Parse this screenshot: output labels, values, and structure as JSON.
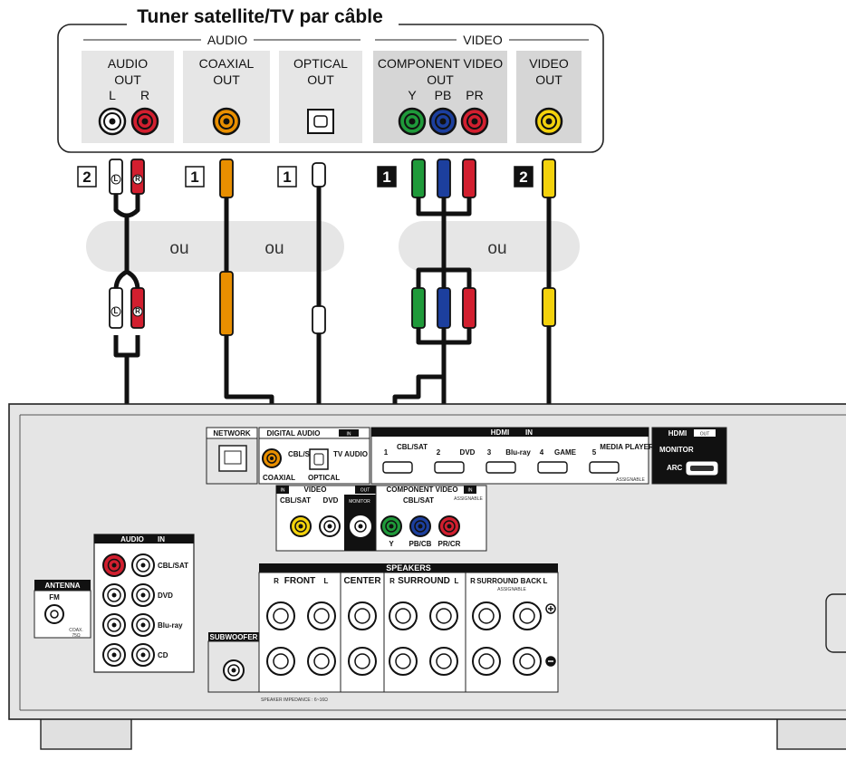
{
  "colors": {
    "green": "#1f9a3a",
    "blue": "#1c3f9e",
    "red": "#d21f2f",
    "orange": "#e98f00",
    "yellow": "#f3d20c",
    "white": "#ffffff",
    "panel_grey": "#d6d6d6",
    "receiver_grey": "#e3e3e3"
  },
  "source": {
    "title": "Tuner satellite/TV par câble",
    "group_audio": "AUDIO",
    "group_video": "VIDEO",
    "audio_out": {
      "line1": "AUDIO",
      "line2": "OUT",
      "left": "L",
      "right": "R"
    },
    "coaxial_out": {
      "line1": "COAXIAL",
      "line2": "OUT"
    },
    "optical_out": {
      "line1": "OPTICAL",
      "line2": "OUT"
    },
    "component_out": {
      "line1": "COMPONENT VIDEO",
      "line2": "OUT",
      "y": "Y",
      "pb": "PB",
      "pr": "PR"
    },
    "video_out": {
      "line1": "VIDEO",
      "line2": "OUT"
    }
  },
  "cables": {
    "num_audio_analog": "2",
    "num_coaxial": "1",
    "num_optical": "1",
    "num_component": "1",
    "num_video": "2",
    "plug_l": "L",
    "plug_r": "R",
    "or_word": "ou"
  },
  "receiver": {
    "network": "NETWORK",
    "digital_audio": "DIGITAL AUDIO",
    "in_badge": "IN",
    "out_badge": "OUT",
    "assignable": "ASSIGNABLE",
    "coax_cbl_sat": "CBL/SAT",
    "coaxial_caption": "COAXIAL",
    "tv_audio": "TV AUDIO",
    "optical_caption": "OPTICAL",
    "hdmi": "HDMI",
    "hdmi_inputs": [
      "1",
      "CBL/SAT",
      "2",
      "DVD",
      "3",
      "Blu-ray",
      "4",
      "GAME",
      "5",
      "MEDIA PLAYER"
    ],
    "hdmi_out": "HDMI",
    "monitor": "MONITOR",
    "arc": "ARC",
    "video": "VIDEO",
    "video_cbl_sat": "CBL/SAT",
    "video_dvd": "DVD",
    "video_monitor": "MONITOR",
    "component_video": "COMPONENT VIDEO",
    "comp_cbl_sat": "CBL/SAT",
    "comp_y": "Y",
    "comp_pb": "PB/CB",
    "comp_pr": "PR/CR",
    "audio": "AUDIO",
    "audio_inputs": [
      "CBL/SAT",
      "DVD",
      "Blu-ray",
      "CD"
    ],
    "antenna": "ANTENNA",
    "fm": "FM",
    "coax_75": "COAX.",
    "ohm_75": "75Ω",
    "subwoofer": "SUBWOOFER",
    "speakers": "SPEAKERS",
    "front": "FRONT",
    "center": "CENTER",
    "surround": "SURROUND",
    "surround_back": "SURROUND BACK",
    "sp_r": "R",
    "sp_l": "L",
    "impedance": "SPEAKER IMPEDANCE : 6~16Ω"
  }
}
